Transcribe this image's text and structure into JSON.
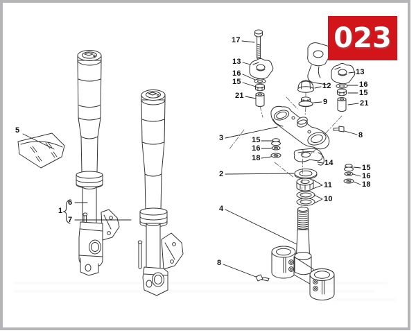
{
  "page": {
    "badge_number": "023"
  },
  "colors": {
    "badge_red": "#d2151b",
    "line_ink": "#333333",
    "frame_gray": "#b5b5b7"
  },
  "callouts": [
    {
      "label": "17"
    },
    {
      "label": "13"
    },
    {
      "label": "16"
    },
    {
      "label": "15"
    },
    {
      "label": "21"
    },
    {
      "label": "12"
    },
    {
      "label": "9"
    },
    {
      "label": "13"
    },
    {
      "label": "16"
    },
    {
      "label": "15"
    },
    {
      "label": "21"
    },
    {
      "label": "8"
    },
    {
      "label": "3"
    },
    {
      "label": "15"
    },
    {
      "label": "16"
    },
    {
      "label": "18"
    },
    {
      "label": "14"
    },
    {
      "label": "2"
    },
    {
      "label": "15"
    },
    {
      "label": "16"
    },
    {
      "label": "18"
    },
    {
      "label": "11"
    },
    {
      "label": "10"
    },
    {
      "label": "4"
    },
    {
      "label": "8"
    },
    {
      "label": "5"
    },
    {
      "label": "6"
    },
    {
      "label": "1"
    },
    {
      "label": "7"
    }
  ]
}
